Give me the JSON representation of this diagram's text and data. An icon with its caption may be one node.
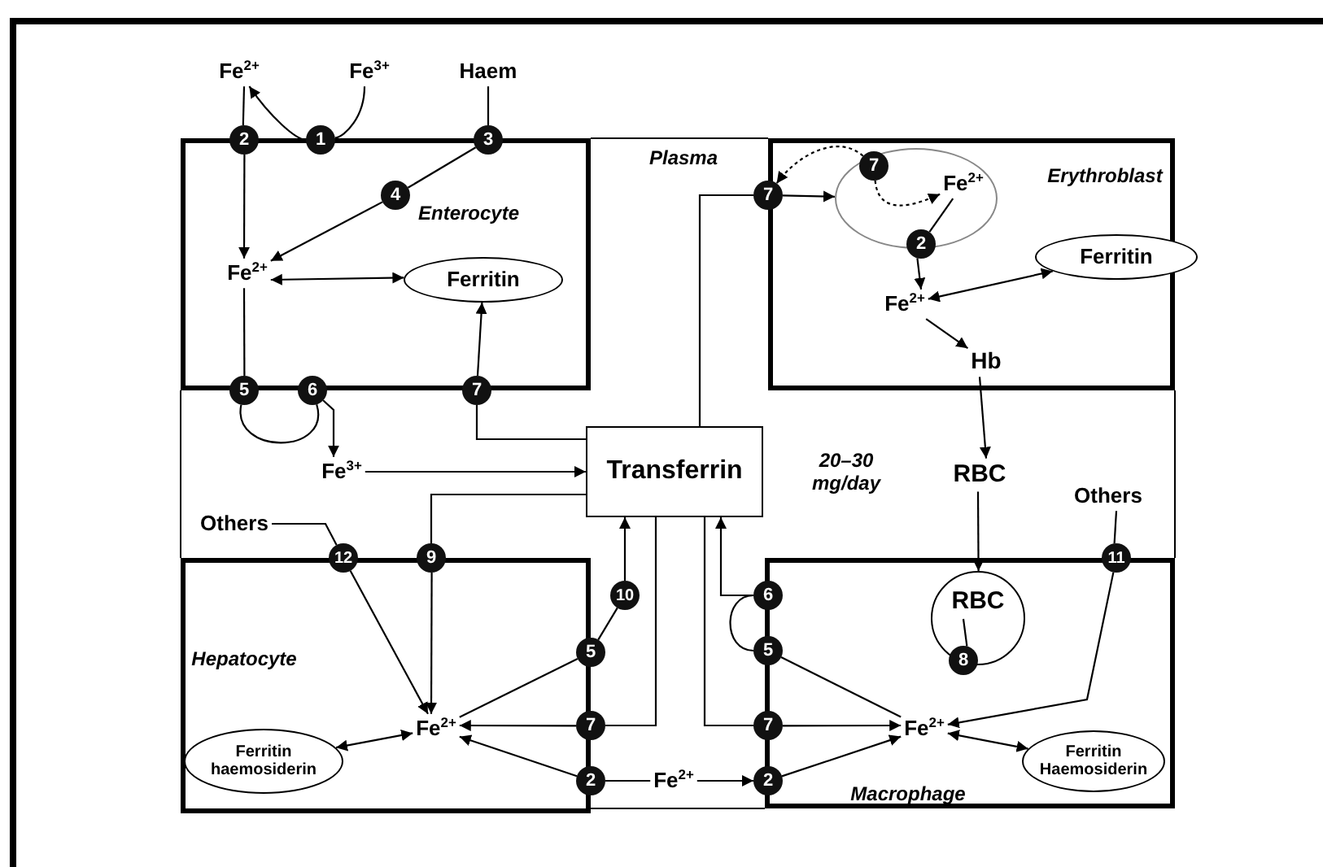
{
  "diagram": {
    "nodes": [
      {
        "text": [
          "Fe$^{2+}$"
        ]
      },
      {
        "text": [
          "Fe$^{3+}$"
        ]
      },
      {
        "text": [
          "Haem"
        ]
      },
      {
        "text": [
          "Enterocyte"
        ]
      },
      {
        "text": [
          "2"
        ]
      },
      {
        "text": [
          "1"
        ]
      },
      {
        "text": [
          "3"
        ]
      },
      {
        "text": [
          "4"
        ],
        "in": 3
      },
      {
        "text": [
          "Fe$^{2+}$"
        ],
        "in": 3
      },
      {
        "text": [
          "Ferritin"
        ],
        "in": 3
      },
      {
        "text": [
          "5"
        ]
      },
      {
        "text": [
          "6"
        ]
      },
      {
        "text": [
          "7"
        ]
      },
      {
        "text": [
          "Erythroblast"
        ]
      },
      {
        "text": [
          "7"
        ]
      },
      {
        "text": [],
        "shape": "circle",
        "in": 13
      },
      {
        "text": [
          "7"
        ],
        "in": 15
      },
      {
        "text": [
          "Fe$^{2+}$"
        ],
        "in": 15
      },
      {
        "text": [
          "2"
        ],
        "in": 13
      },
      {
        "text": [
          "Fe$^{2+}$"
        ],
        "in": 13
      },
      {
        "text": [
          "Ferritin"
        ],
        "in": 13
      },
      {
        "text": [
          "Hb"
        ],
        "in": 13
      },
      {
        "text": [
          "Fe$^{3+}$"
        ]
      },
      {
        "text": [
          "Transferrin"
        ]
      },
      {
        "text": [
          "RBC"
        ]
      },
      {
        "text": [
          "Others"
        ]
      },
      {
        "text": [
          "Others"
        ]
      },
      {
        "text": [
          "Hepatocyte"
        ]
      },
      {
        "text": [
          "12"
        ]
      },
      {
        "text": [
          "9"
        ]
      },
      {
        "text": [
          "10"
        ]
      },
      {
        "text": [
          "5"
        ]
      },
      {
        "text": [
          "7"
        ]
      },
      {
        "text": [
          "2"
        ]
      },
      {
        "text": [
          "Fe$^{2+}$"
        ],
        "in": 27
      },
      {
        "text": [
          "Ferritin haemosiderin"
        ],
        "in": 27
      },
      {
        "text": [
          "Fe$^{2+}$"
        ]
      },
      {
        "text": [
          "Macrophage"
        ]
      },
      {
        "text": [
          "6"
        ]
      },
      {
        "text": [
          "5"
        ]
      },
      {
        "text": [
          "7"
        ]
      },
      {
        "text": [
          "2"
        ]
      },
      {
        "text": [
          "RBC"
        ],
        "in": 37
      },
      {
        "text": [
          "8"
        ],
        "in": 37
      },
      {
        "text": [
          "Fe$^{2+}$"
        ],
        "in": 37
      },
      {
        "text": [
          "Ferritin Haemosiderin"
        ],
        "in": 37
      },
      {
        "text": [
          "11"
        ]
      }
    ],
    "edges": [
      {
        "from": 1,
        "to": 5,
        "arrow": "none"
      },
      {
        "from": 5,
        "to": 0,
        "arrow": "to"
      },
      {
        "from": 0,
        "to": 4,
        "arrow": "none"
      },
      {
        "from": 4,
        "to": 8,
        "arrow": "to"
      },
      {
        "from": 2,
        "to": 6,
        "arrow": "none"
      },
      {
        "from": 6,
        "to": 7,
        "arrow": "none"
      },
      {
        "from": 7,
        "to": 8,
        "arrow": "to"
      },
      {
        "from": 8,
        "to": 9,
        "arrow": "both"
      },
      {
        "from": 8,
        "to": 10,
        "arrow": "none"
      },
      {
        "from": 10,
        "to": 11,
        "arrow": "none"
      },
      {
        "from": 11,
        "to": 22,
        "arrow": "to"
      },
      {
        "from": 12,
        "to": 9,
        "arrow": "to"
      },
      {
        "from": 23,
        "to": 12,
        "arrow": "none"
      },
      {
        "from": 22,
        "to": 23,
        "arrow": "to"
      },
      {
        "from": 23,
        "to": 14,
        "arrow": "none"
      },
      {
        "from": 14,
        "to": 15,
        "arrow": "to"
      },
      {
        "from": 16,
        "to": 14,
        "arrow": "to",
        "style": "dashed"
      },
      {
        "from": 16,
        "to": 17,
        "arrow": "to",
        "style": "dashed"
      },
      {
        "from": 17,
        "to": 18,
        "arrow": "none"
      },
      {
        "from": 18,
        "to": 19,
        "arrow": "to"
      },
      {
        "from": 19,
        "to": 20,
        "arrow": "both"
      },
      {
        "from": 19,
        "to": 21,
        "arrow": "to"
      },
      {
        "from": 21,
        "to": 24,
        "arrow": "to"
      },
      {
        "from": 24,
        "to": 42,
        "arrow": "to"
      },
      {
        "from": 42,
        "to": 43,
        "arrow": "none"
      },
      {
        "from": 26,
        "to": 46,
        "arrow": "none"
      },
      {
        "from": 46,
        "to": 44,
        "arrow": "to"
      },
      {
        "from": 44,
        "to": 45,
        "arrow": "both"
      },
      {
        "from": 40,
        "to": 44,
        "arrow": "to"
      },
      {
        "from": 23,
        "to": 40,
        "arrow": "none"
      },
      {
        "from": 39,
        "to": 44,
        "arrow": "none"
      },
      {
        "from": 38,
        "to": 23,
        "arrow": "to"
      },
      {
        "from": 38,
        "to": 39,
        "arrow": "none"
      },
      {
        "from": 41,
        "to": 44,
        "arrow": "to"
      },
      {
        "from": 36,
        "to": 41,
        "arrow": "to"
      },
      {
        "from": 36,
        "to": 33,
        "arrow": "none"
      },
      {
        "from": 33,
        "to": 34,
        "arrow": "to"
      },
      {
        "from": 25,
        "to": 28,
        "arrow": "none"
      },
      {
        "from": 28,
        "to": 34,
        "arrow": "to"
      },
      {
        "from": 23,
        "to": 29,
        "arrow": "none"
      },
      {
        "from": 29,
        "to": 34,
        "arrow": "to"
      },
      {
        "from": 30,
        "to": 23,
        "arrow": "to"
      },
      {
        "from": 31,
        "to": 30,
        "arrow": "none"
      },
      {
        "from": 34,
        "to": 31,
        "arrow": "none"
      },
      {
        "from": 23,
        "to": 32,
        "arrow": "none"
      },
      {
        "from": 32,
        "to": 34,
        "arrow": "to"
      },
      {
        "from": 34,
        "to": 35,
        "arrow": "both"
      }
    ],
    "labels": [
      "Plasma",
      "20–30 mg/day"
    ]
  }
}
